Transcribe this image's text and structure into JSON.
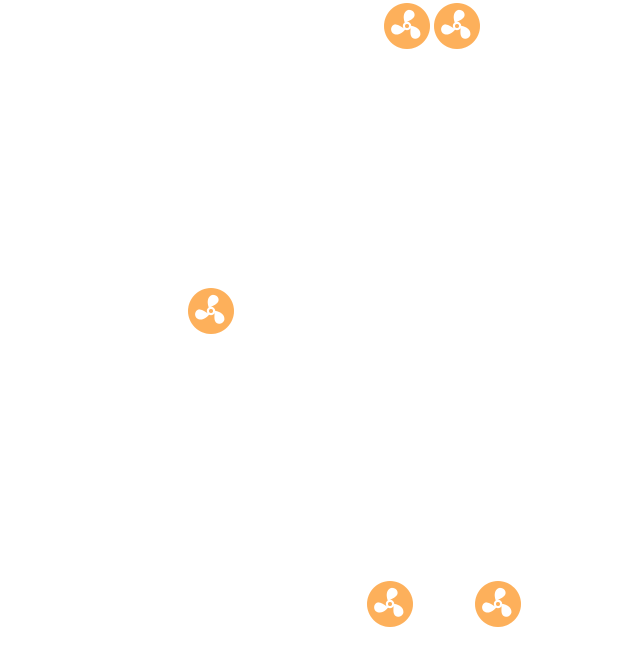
{
  "map": {
    "background_color": "#ffffff",
    "marker_color": "#FDB05B",
    "marker_glyph_color": "#ffffff",
    "markers": [
      {
        "id": "fan-1",
        "icon": "fan-icon"
      },
      {
        "id": "fan-2",
        "icon": "fan-icon"
      },
      {
        "id": "fan-3",
        "icon": "fan-icon"
      },
      {
        "id": "fan-4",
        "icon": "fan-icon"
      },
      {
        "id": "fan-5",
        "icon": "fan-icon"
      }
    ]
  }
}
